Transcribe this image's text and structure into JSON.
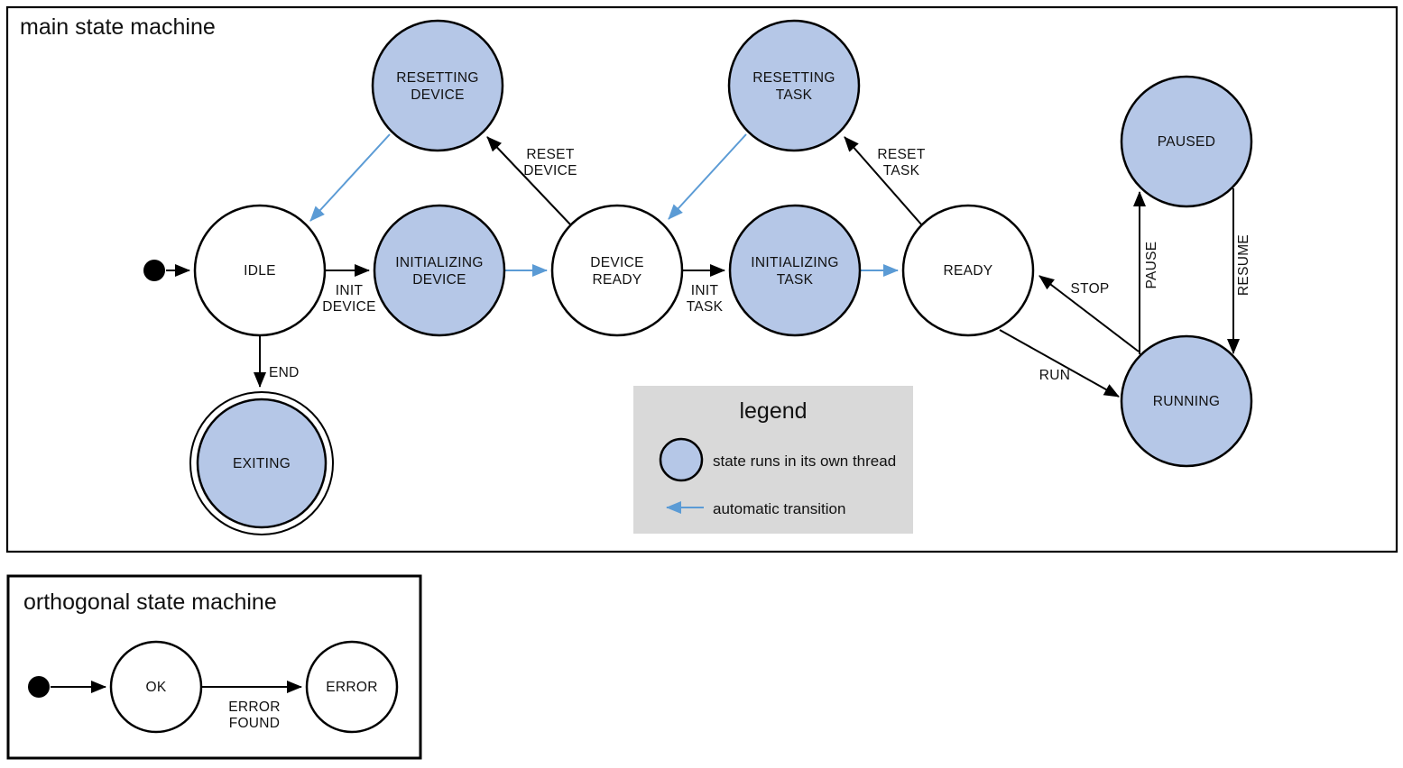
{
  "colors": {
    "state_fill": "#b5c7e7",
    "auto_arrow": "#5b9bd5",
    "legend_bg": "#d9d9d9",
    "ink": "#000000",
    "bg": "#ffffff"
  },
  "main": {
    "title": "main state machine",
    "states": {
      "idle": {
        "label": "IDLE"
      },
      "resetting_device": {
        "label1": "RESETTING",
        "label2": "DEVICE"
      },
      "initializing_device": {
        "label1": "INITIALIZING",
        "label2": "DEVICE"
      },
      "device_ready": {
        "label1": "DEVICE",
        "label2": "READY"
      },
      "resetting_task": {
        "label1": "RESETTING",
        "label2": "TASK"
      },
      "initializing_task": {
        "label1": "INITIALIZING",
        "label2": "TASK"
      },
      "ready": {
        "label": "READY"
      },
      "paused": {
        "label": "PAUSED"
      },
      "running": {
        "label": "RUNNING"
      },
      "exiting": {
        "label": "EXITING"
      }
    },
    "transitions": {
      "init_device": {
        "label1": "INIT",
        "label2": "DEVICE"
      },
      "reset_device": {
        "label1": "RESET",
        "label2": "DEVICE"
      },
      "init_task": {
        "label1": "INIT",
        "label2": "TASK"
      },
      "reset_task": {
        "label1": "RESET",
        "label2": "TASK"
      },
      "end": {
        "label": "END"
      },
      "run": {
        "label": "RUN"
      },
      "stop": {
        "label": "STOP"
      },
      "pause": {
        "label": "PAUSE"
      },
      "resume": {
        "label": "RESUME"
      }
    },
    "legend": {
      "title": "legend",
      "thread_item": "state runs in its own thread",
      "auto_item": "automatic transition"
    }
  },
  "orthogonal": {
    "title": "orthogonal state machine",
    "states": {
      "ok": {
        "label": "OK"
      },
      "error": {
        "label": "ERROR"
      }
    },
    "transitions": {
      "error_found": {
        "label1": "ERROR",
        "label2": "FOUND"
      }
    }
  }
}
